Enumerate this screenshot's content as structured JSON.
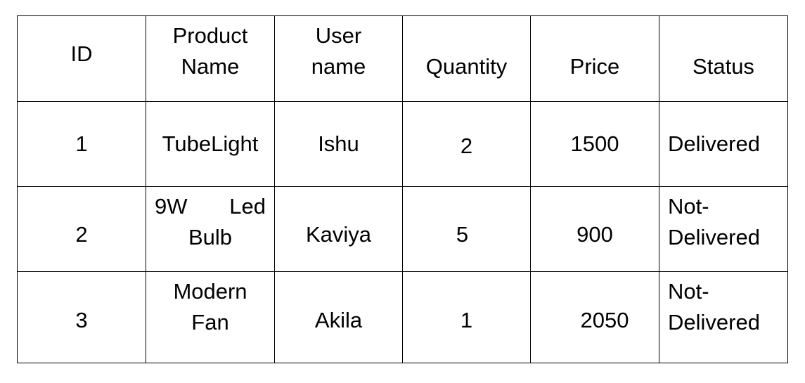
{
  "table": {
    "headers": {
      "id": "ID",
      "product_name": [
        "Product",
        "Name"
      ],
      "user_name": [
        "User",
        "name"
      ],
      "quantity": "Quantity",
      "price": "Price",
      "status": "Status"
    },
    "rows": [
      {
        "id": "1",
        "product_name": [
          "TubeLight"
        ],
        "user_name": "Ishu",
        "quantity": "2",
        "price": "1500",
        "status": [
          "Delivered"
        ]
      },
      {
        "id": "2",
        "product_name": [
          "9W Led",
          "Bulb"
        ],
        "user_name": "Kaviya",
        "quantity": "5",
        "price": "900",
        "status": [
          "Not-",
          "Delivered"
        ]
      },
      {
        "id": "3",
        "product_name": [
          "Modern",
          "Fan"
        ],
        "user_name": "Akila",
        "quantity": "1",
        "price": "2050",
        "status": [
          "Not-",
          "Delivered"
        ]
      }
    ]
  }
}
